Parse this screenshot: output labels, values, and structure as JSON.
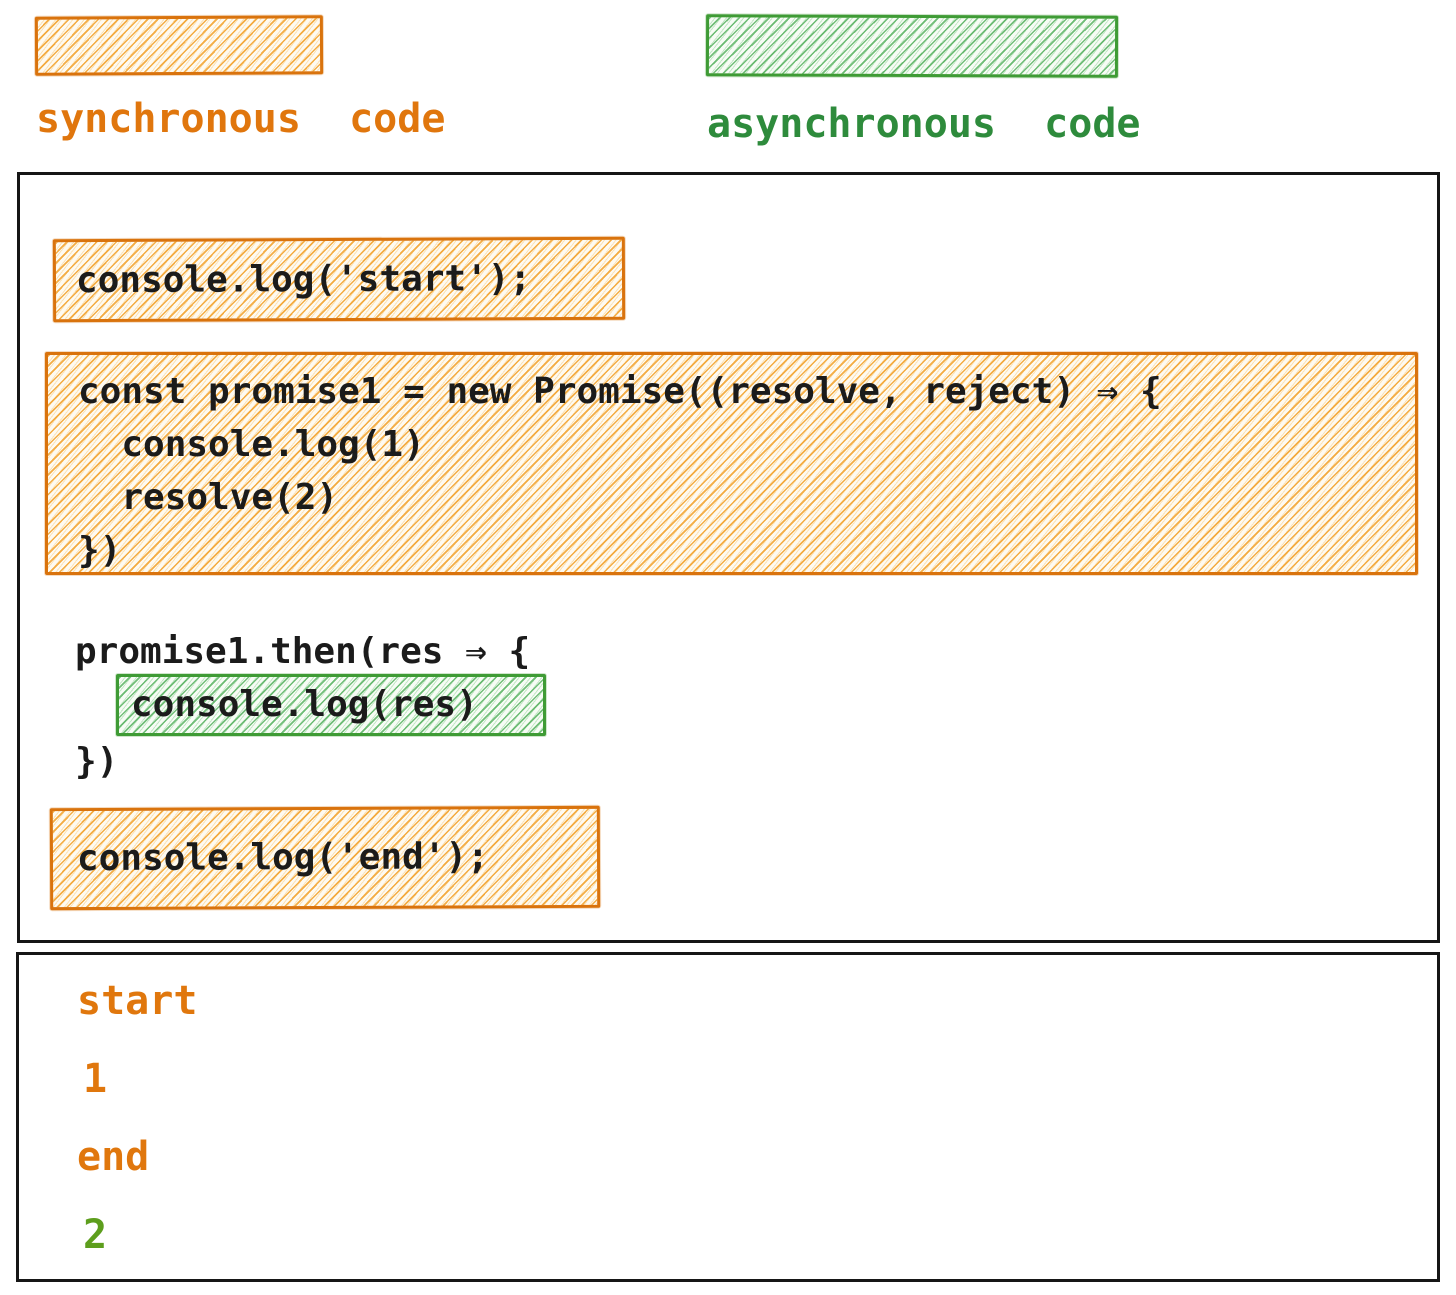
{
  "legend": {
    "sync": {
      "label": "synchronous  code",
      "swatch": "orange-hatch-swatch",
      "color": "#e0760d"
    },
    "async": {
      "label": "asynchronous  code",
      "swatch": "green-hatch-swatch",
      "color": "#2e8b3c"
    }
  },
  "code": {
    "start_stmt": "console.log('start');",
    "promise_block": {
      "l1": "const promise1 = new Promise((resolve, reject) ⇒ {",
      "l2": "  console.log(1)",
      "l3": "  resolve(2)",
      "l4": "})"
    },
    "then_block": {
      "open": "promise1.then(res ⇒ {",
      "body": "console.log(res)",
      "close": "})"
    },
    "end_stmt": "console.log('end');"
  },
  "console_output": {
    "lines": [
      {
        "text": "start",
        "color": "#e0770d"
      },
      {
        "text": "1",
        "color": "#e0770d"
      },
      {
        "text": "end",
        "color": "#e0770d"
      },
      {
        "text": "2",
        "color": "#5d9e1d"
      }
    ]
  },
  "colors": {
    "sync_highlight_border": "#d9730d",
    "async_highlight_border": "#3f9b35",
    "panel_border": "#161616",
    "code_text": "#1b1b1b"
  }
}
